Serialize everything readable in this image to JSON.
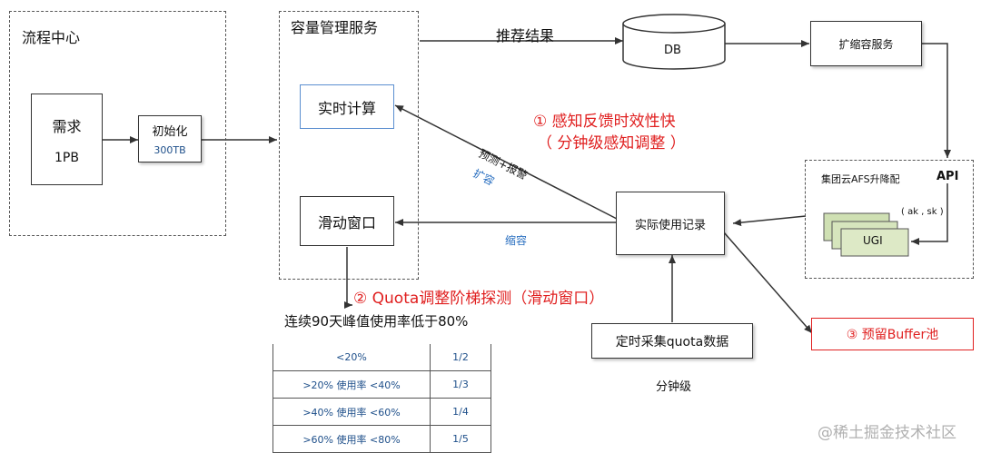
{
  "flow_center": {
    "title": "流程中心",
    "demand_label": "需求",
    "demand_value": "1PB",
    "init_label": "初始化",
    "init_value": "300TB"
  },
  "capacity_service": {
    "title": "容量管理服务",
    "realtime_label": "实时计算",
    "sliding_label": "滑动窗口"
  },
  "db": {
    "label": "DB"
  },
  "recommend_label": "推荐结果",
  "scale_service": {
    "label": "扩缩容服务"
  },
  "group_cloud": {
    "title": "集团云AFS升降配",
    "api_label": "API",
    "keys_label": "( ak , sk )",
    "ugi_label": "UGI"
  },
  "actual_usage": {
    "label": "实际使用记录"
  },
  "scheduled_collect": {
    "label": "定时采集quota数据",
    "freq": "分钟级"
  },
  "edges": {
    "predict_alarm": "预测+报警",
    "expand": "扩容",
    "shrink": "缩容"
  },
  "notes": {
    "note1_line1": "①  感知反馈时效性快",
    "note1_line2": "（ 分钟级感知调整 ）",
    "note2": "②  Quota调整阶梯探测（滑动窗口）",
    "note3": "③  预留Buffer池"
  },
  "rule": {
    "heading": "连续90天峰值使用率低于80%",
    "rows": [
      {
        "range": "<20%",
        "ratio": "1/2"
      },
      {
        "range": ">20% 使用率 <40%",
        "ratio": "1/3"
      },
      {
        "range": ">40% 使用率 <60%",
        "ratio": "1/4"
      },
      {
        "range": ">60% 使用率 <80%",
        "ratio": "1/5"
      }
    ]
  },
  "watermark": "@稀土掘金技术社区"
}
